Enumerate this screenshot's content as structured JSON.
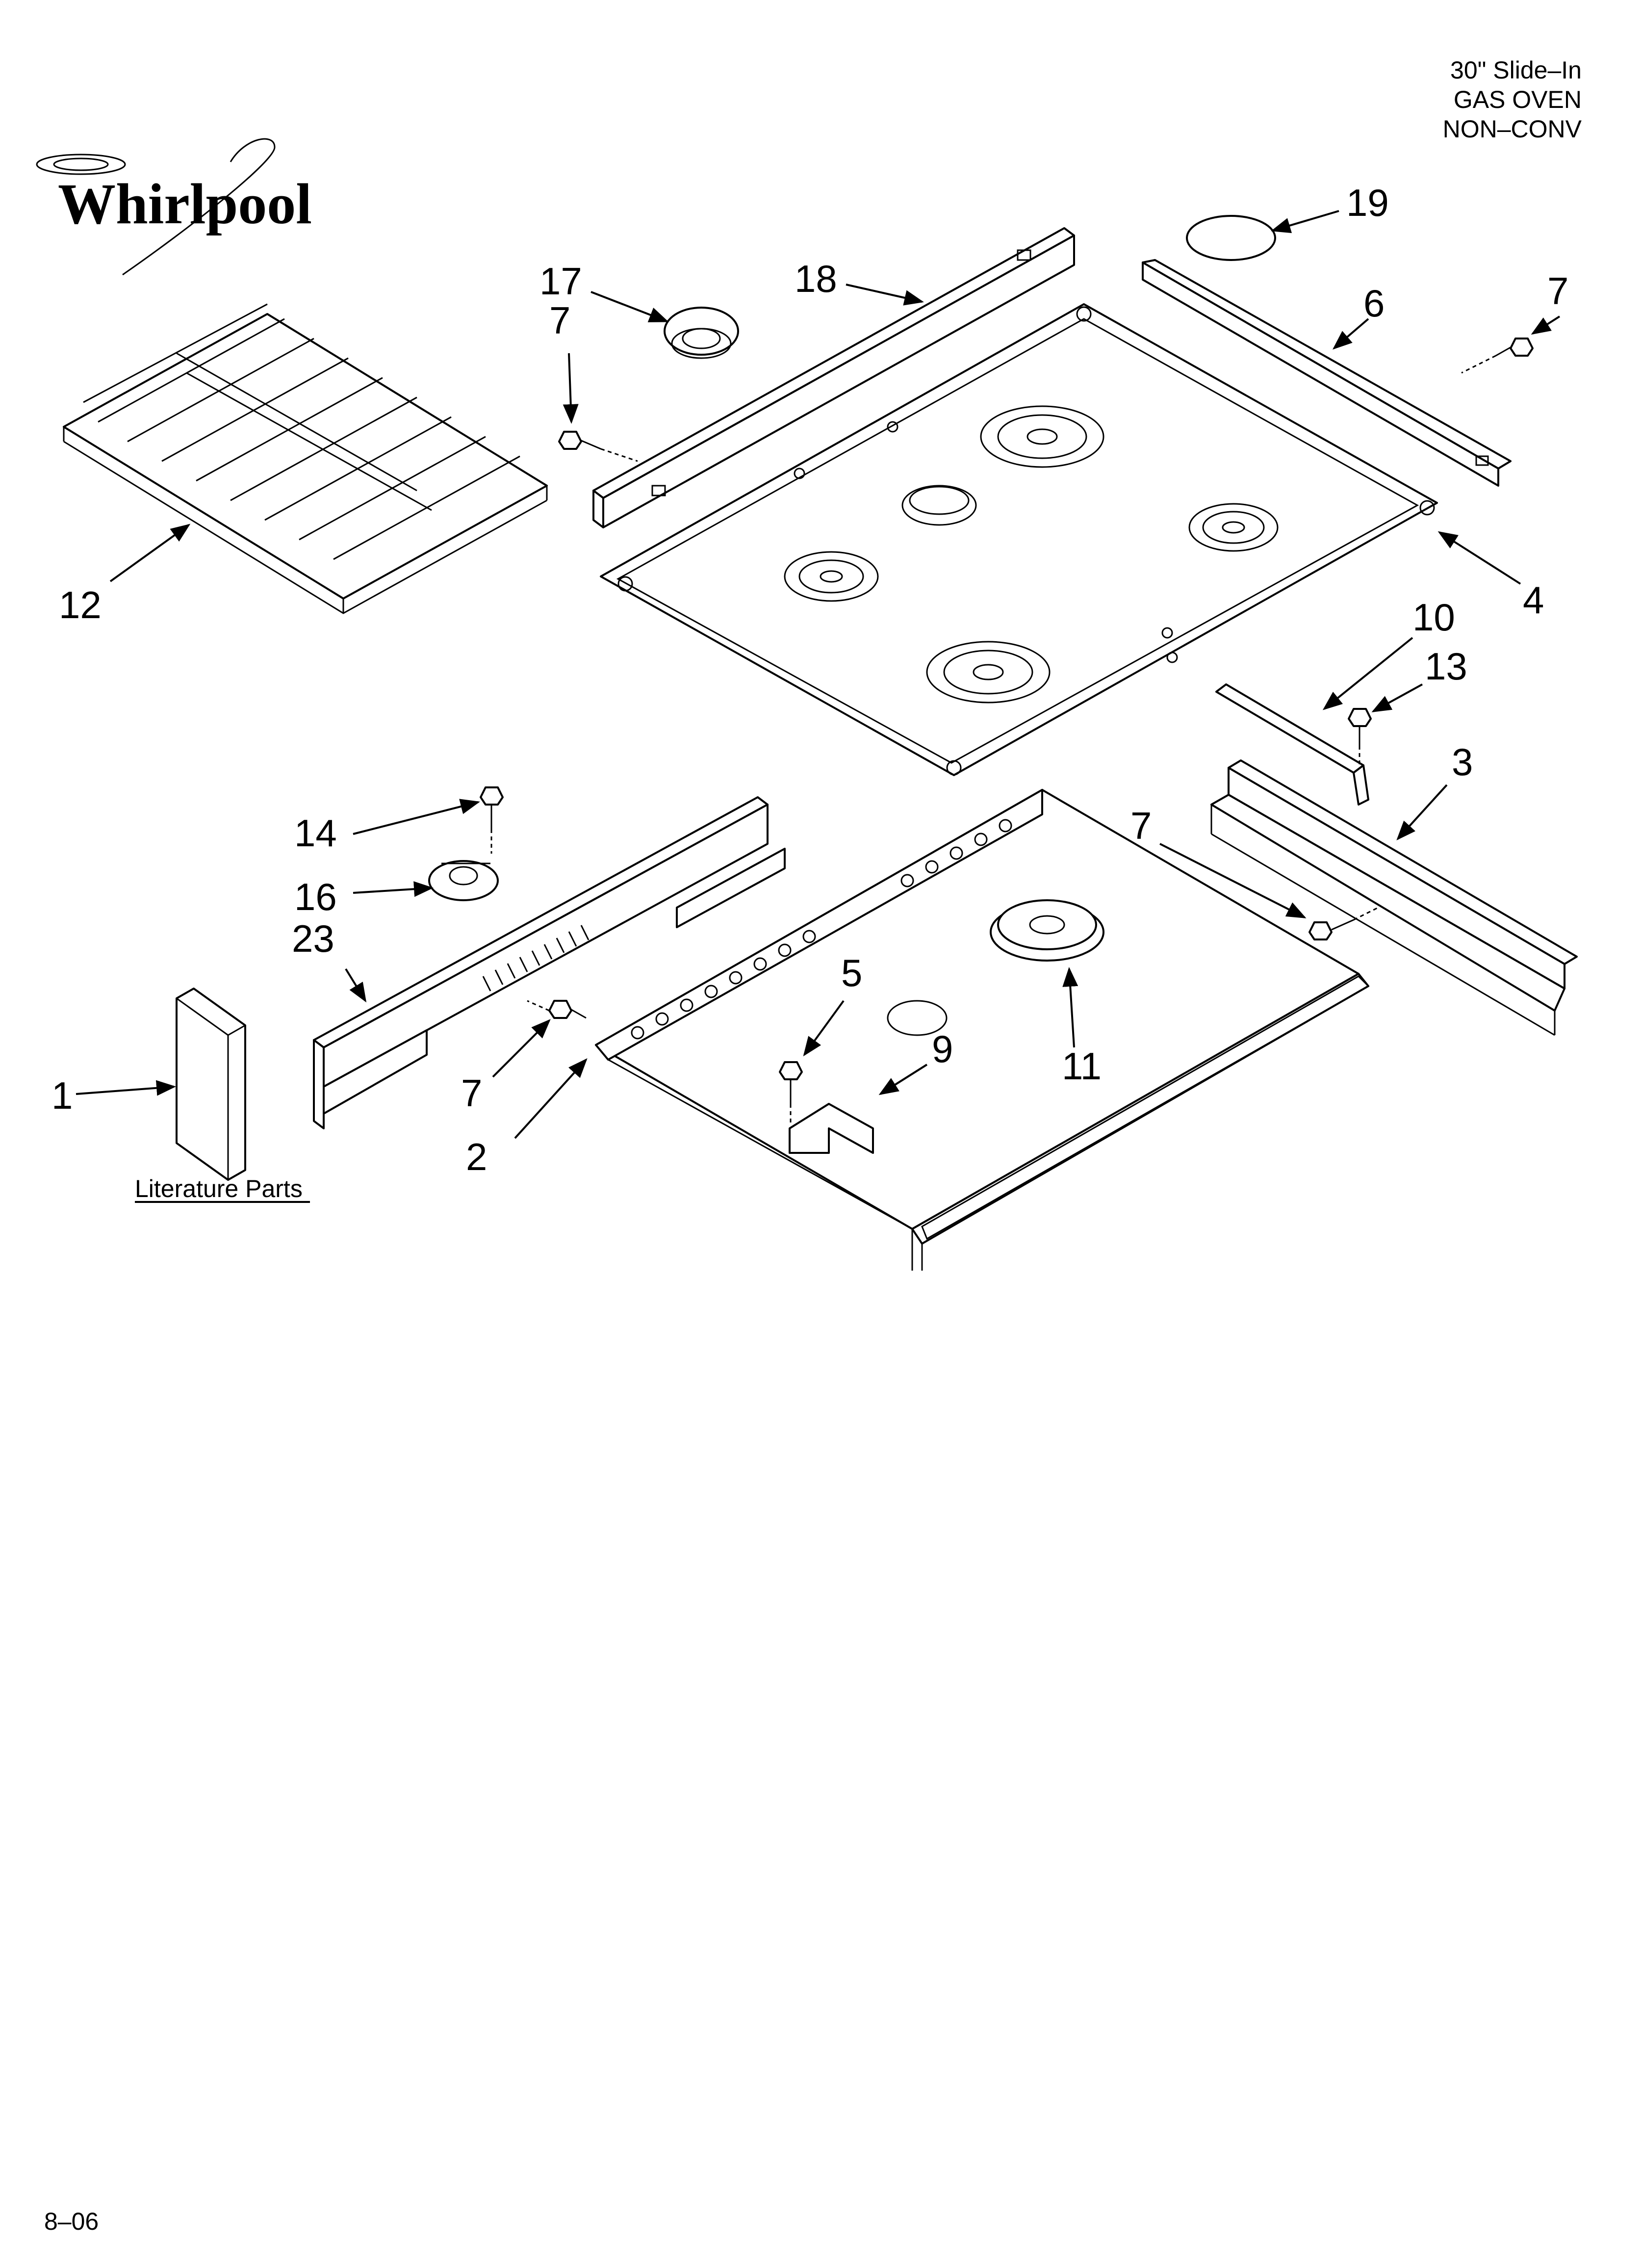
{
  "brand": {
    "name": "Whirlpool"
  },
  "model": {
    "line1": "30\" Slide–In",
    "line2": "GAS OVEN",
    "line3": "NON–CONV"
  },
  "literature_label": "Literature Parts",
  "footer_code": "8–06",
  "callouts": {
    "c1": "1",
    "c2": "2",
    "c3": "3",
    "c4": "4",
    "c5": "5",
    "c6": "6",
    "c7a": "7",
    "c7b": "7",
    "c7c": "7",
    "c7d": "7",
    "c9": "9",
    "c10": "10",
    "c11": "11",
    "c12": "12",
    "c13": "13",
    "c14": "14",
    "c16": "16",
    "c17": "17",
    "c18": "18",
    "c19": "19",
    "c23": "23"
  },
  "colors": {
    "ink": "#000000",
    "paper": "#ffffff"
  }
}
